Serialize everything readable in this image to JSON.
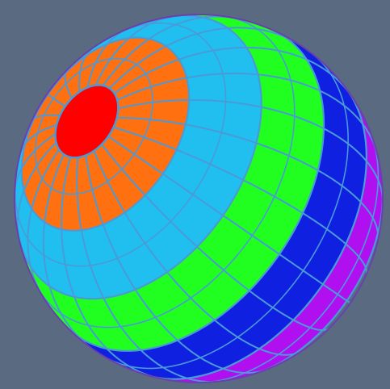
{
  "scene": {
    "background_color": "#5a6b81",
    "description_colors": {
      "pole_cap": "#ff0000",
      "band_1": "#ff7010",
      "band_2": "#20bff0",
      "band_3": "#20ff20",
      "band_4": "#1020e0",
      "band_5": "#b010f0",
      "band_6": "#f0f000",
      "grid_line": "#4a9ad8"
    },
    "band_count": 6,
    "meridian_count": 24,
    "parallel_subdivisions_per_band": 2
  }
}
